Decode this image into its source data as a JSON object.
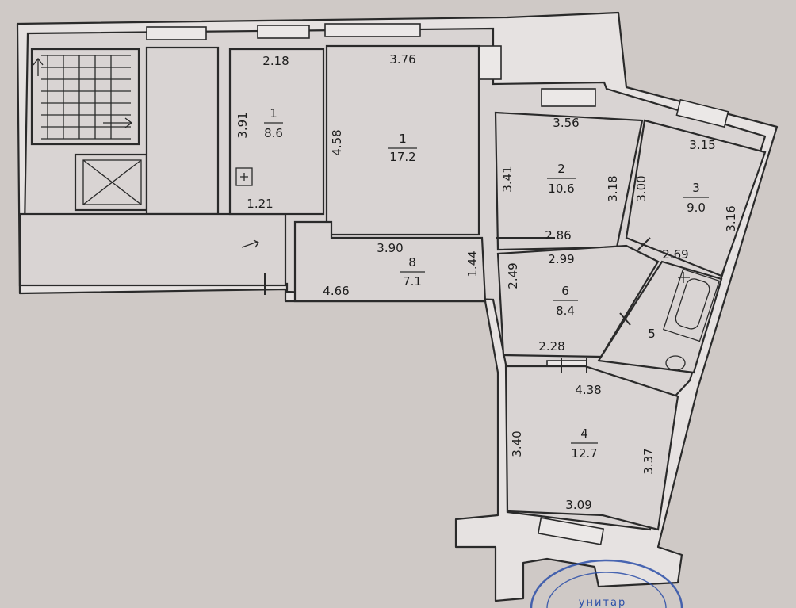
{
  "rooms": [
    {
      "id": "1",
      "area": "17.2"
    },
    {
      "id": "2",
      "area": "10.6"
    },
    {
      "id": "3",
      "area": "9.0"
    },
    {
      "id": "4",
      "area": "12.7"
    },
    {
      "id": "5"
    },
    {
      "id": "6",
      "area": "8.4"
    },
    {
      "id": "7",
      "area": "8.6"
    },
    {
      "id": "8",
      "area": "7.1"
    }
  ],
  "dimensions": {
    "r7_top": "2.18",
    "r7_left": "3.91",
    "r7_bottom": "1.21",
    "r1_top": "3.76",
    "r1_left": "4.58",
    "r1_bottom": "3.90",
    "r2_top": "3.56",
    "r2_left": "3.41",
    "r2_right": "3.18",
    "r2_bottom": "2.86",
    "r3_top": "3.15",
    "r3_left": "3.00",
    "r3_right": "3.16",
    "r3_bottom": "2.69",
    "r8_bottom": "4.66",
    "r8_right": "1.44",
    "r6_top": "2.99",
    "r6_left": "2.49",
    "r6_bottom": "2.28",
    "r4_top": "4.38",
    "r4_left": "3.40",
    "r4_right": "3.37",
    "r4_bottom": "3.09"
  },
  "stamp": {
    "text": "унитар"
  },
  "colors": {
    "paper": "#cfc9c6",
    "wall": "#e6e2e1",
    "ink": "#2a2a2a",
    "stamp": "#2b4fa8"
  }
}
